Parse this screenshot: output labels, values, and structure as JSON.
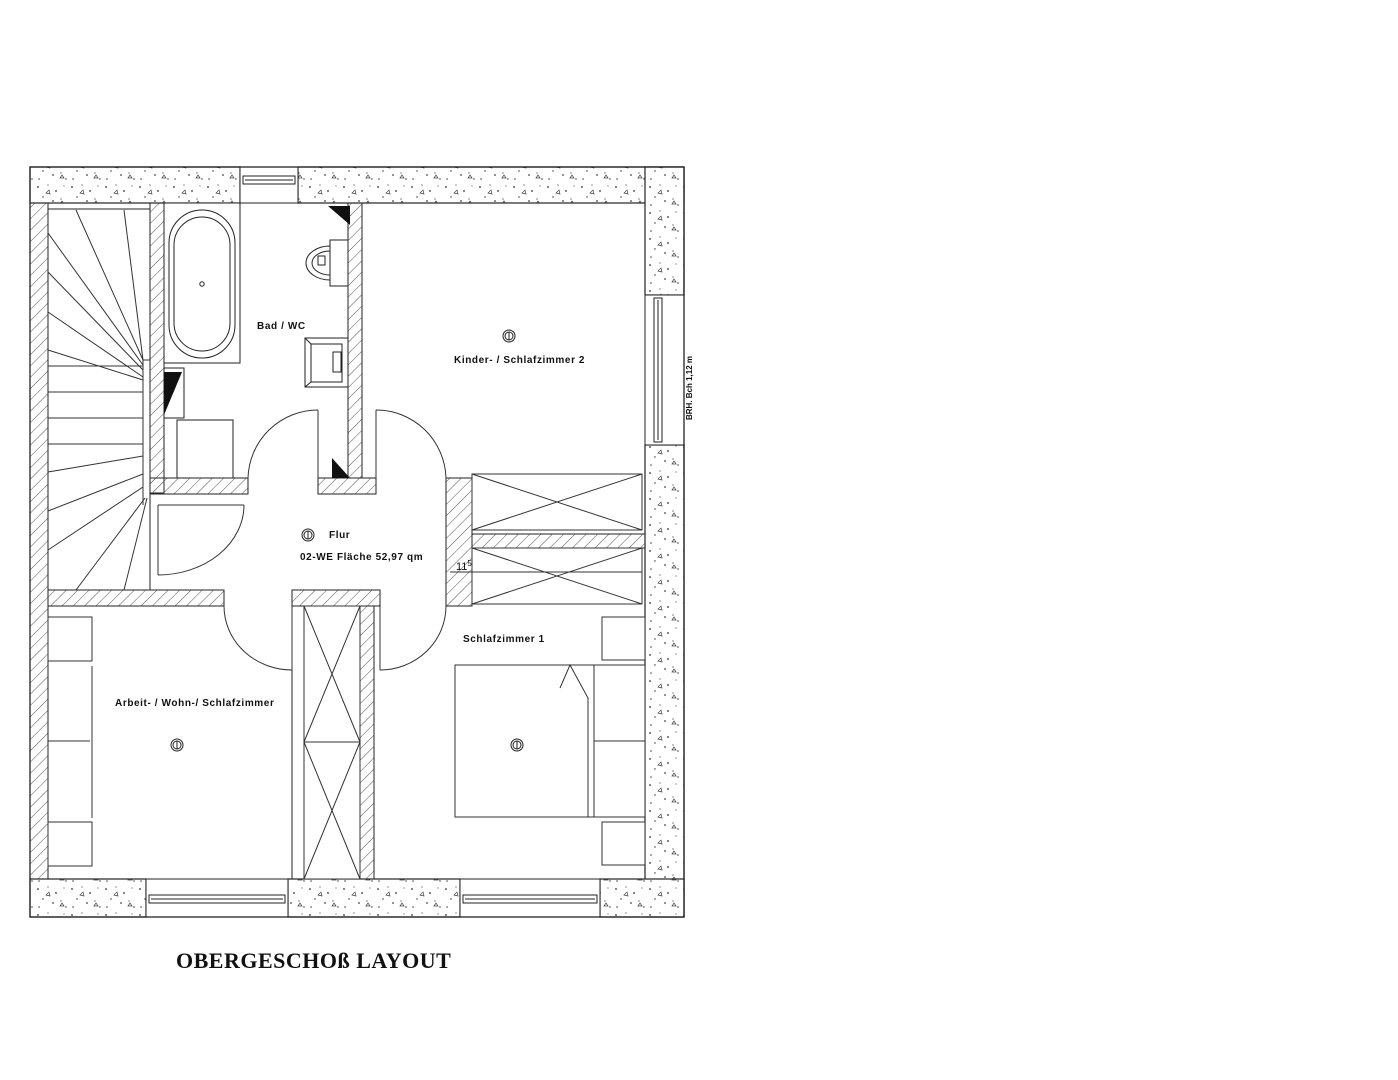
{
  "drawing": {
    "title": "OBERGESCHOß LAYOUT",
    "area_note": "02-WE Fläche 52,97 qm",
    "side_note": "BRH. Bch 1,12 m",
    "dimension": "11",
    "dimension_sup": "5"
  },
  "rooms": [
    {
      "id": "bad",
      "label": "Bad / WC"
    },
    {
      "id": "kinder",
      "label": "Kinder- / Schlafzimmer 2"
    },
    {
      "id": "flur",
      "label": "Flur"
    },
    {
      "id": "arbeit",
      "label": "Arbeit- / Wohn-/ Schlafzimmer"
    },
    {
      "id": "schlaf1",
      "label": "Schlafzimmer 1"
    }
  ],
  "colors": {
    "line": "#222222",
    "hatch": "#555555",
    "fill_black": "#111111",
    "background": "#ffffff"
  }
}
